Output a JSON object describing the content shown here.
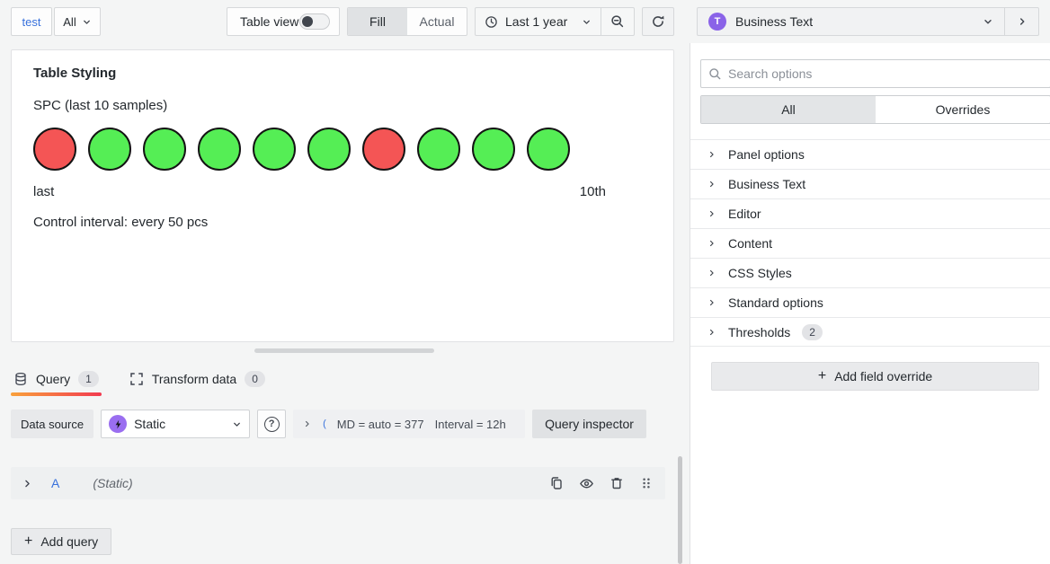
{
  "topbar": {
    "breadcrumb": "test",
    "dashboard_picker": "All",
    "table_view_label": "Table view",
    "fill_label": "Fill",
    "actual_label": "Actual",
    "time_range_label": "Last 1 year",
    "panel_type_label": "Business Text",
    "panel_type_icon_glyph": "T"
  },
  "panel": {
    "title": "Table Styling",
    "subtitle": "SPC (last 10 samples)",
    "samples": [
      "red",
      "green",
      "green",
      "green",
      "green",
      "green",
      "red",
      "green",
      "green",
      "green"
    ],
    "footer_left": "last",
    "footer_right": "10th",
    "control_text": "Control interval: every 50 pcs",
    "colors": {
      "red": "#f45555",
      "green": "#55ee55",
      "circle_border": "#141414"
    }
  },
  "query_section": {
    "tabs": {
      "query_label": "Query",
      "query_count": "1",
      "transform_label": "Transform data",
      "transform_count": "0"
    },
    "datasource_label": "Data source",
    "datasource_value": "Static",
    "help_glyph": "?",
    "options_mark": "(",
    "options_md": "MD = auto = 377",
    "options_interval": "Interval = 12h",
    "inspector_label": "Query inspector",
    "row": {
      "ref_id": "A",
      "title": "(Static)"
    },
    "add_query_plus": "+",
    "add_query_label": "Add query"
  },
  "sidebar": {
    "search_placeholder": "Search options",
    "filter_all": "All",
    "filter_overrides": "Overrides",
    "sections": [
      {
        "label": "Panel options"
      },
      {
        "label": "Business Text"
      },
      {
        "label": "Editor"
      },
      {
        "label": "Content"
      },
      {
        "label": "CSS Styles"
      },
      {
        "label": "Standard options"
      },
      {
        "label": "Thresholds",
        "badge": "2"
      }
    ],
    "add_override_plus": "+",
    "add_override_label": "Add field override"
  }
}
